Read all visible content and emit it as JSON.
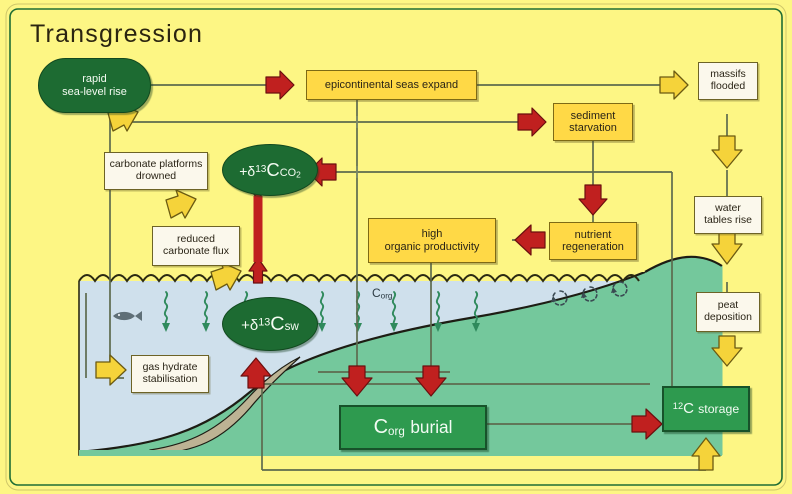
{
  "diagram": {
    "title": "Transgression",
    "background_color": "#fdf684",
    "ocean_color": "#cfe0ec",
    "land_color": "#74c89c",
    "green_node_color": "#1d6b32",
    "gold_node_color": "#ffd946",
    "cream_node_color": "#fbf8ec",
    "red_arrow_color": "#c0201f",
    "yellow_arrow_color": "#f5d33a"
  },
  "nodes": {
    "rapid_sea_level_rise": "rapid\nsea-level rise",
    "rapid_sea_level_rise_line1": "rapid",
    "rapid_sea_level_rise_line2": "sea-level rise",
    "epicontinental_seas_expand": "epicontinental seas expand",
    "massifs_flooded_line1": "massifs",
    "massifs_flooded_line2": "flooded",
    "water_tables_rise_line1": "water",
    "water_tables_rise_line2": "tables rise",
    "peat_deposition_line1": "peat",
    "peat_deposition_line2": "deposition",
    "sediment_starvation_line1": "sediment",
    "sediment_starvation_line2": "starvation",
    "nutrient_regeneration_line1": "nutrient",
    "nutrient_regeneration_line2": "regeneration",
    "high_organic_productivity_line1": "high",
    "high_organic_productivity_line2": "organic productivity",
    "carbonate_platforms_drowned_line1": "carbonate platforms",
    "carbonate_platforms_drowned_line2": "drowned",
    "reduced_carbonate_flux_line1": "reduced",
    "reduced_carbonate_flux_line2": "carbonate flux",
    "gas_hydrate_stabilisation_line1": "gas hydrate",
    "gas_hydrate_stabilisation_line2": "stabilisation",
    "delta13c_co2": {
      "prefix": "+δ",
      "superscript": "13",
      "element": "C",
      "suffix": "CO",
      "sub": "2"
    },
    "delta13c_sw": {
      "prefix": "+δ",
      "superscript": "13",
      "element": "C",
      "suffix": "sw"
    },
    "corg_burial": {
      "element": "C",
      "sub": "org",
      "suffix": "burial"
    },
    "c12_storage": {
      "superscript": "12",
      "element": "C",
      "suffix": "storage"
    }
  },
  "labels": {
    "corg_flux": {
      "element": "C",
      "sub": "org"
    }
  },
  "icons": {
    "fish": "fish-icon",
    "settling_particle": "wavy-down-arrow-icon",
    "reworking_swirl": "circular-swirl-icon",
    "red_arrow": "red-block-arrow-icon",
    "yellow_arrow": "yellow-block-arrow-icon",
    "double_red_arrow": "red-double-headed-arrow-icon"
  }
}
